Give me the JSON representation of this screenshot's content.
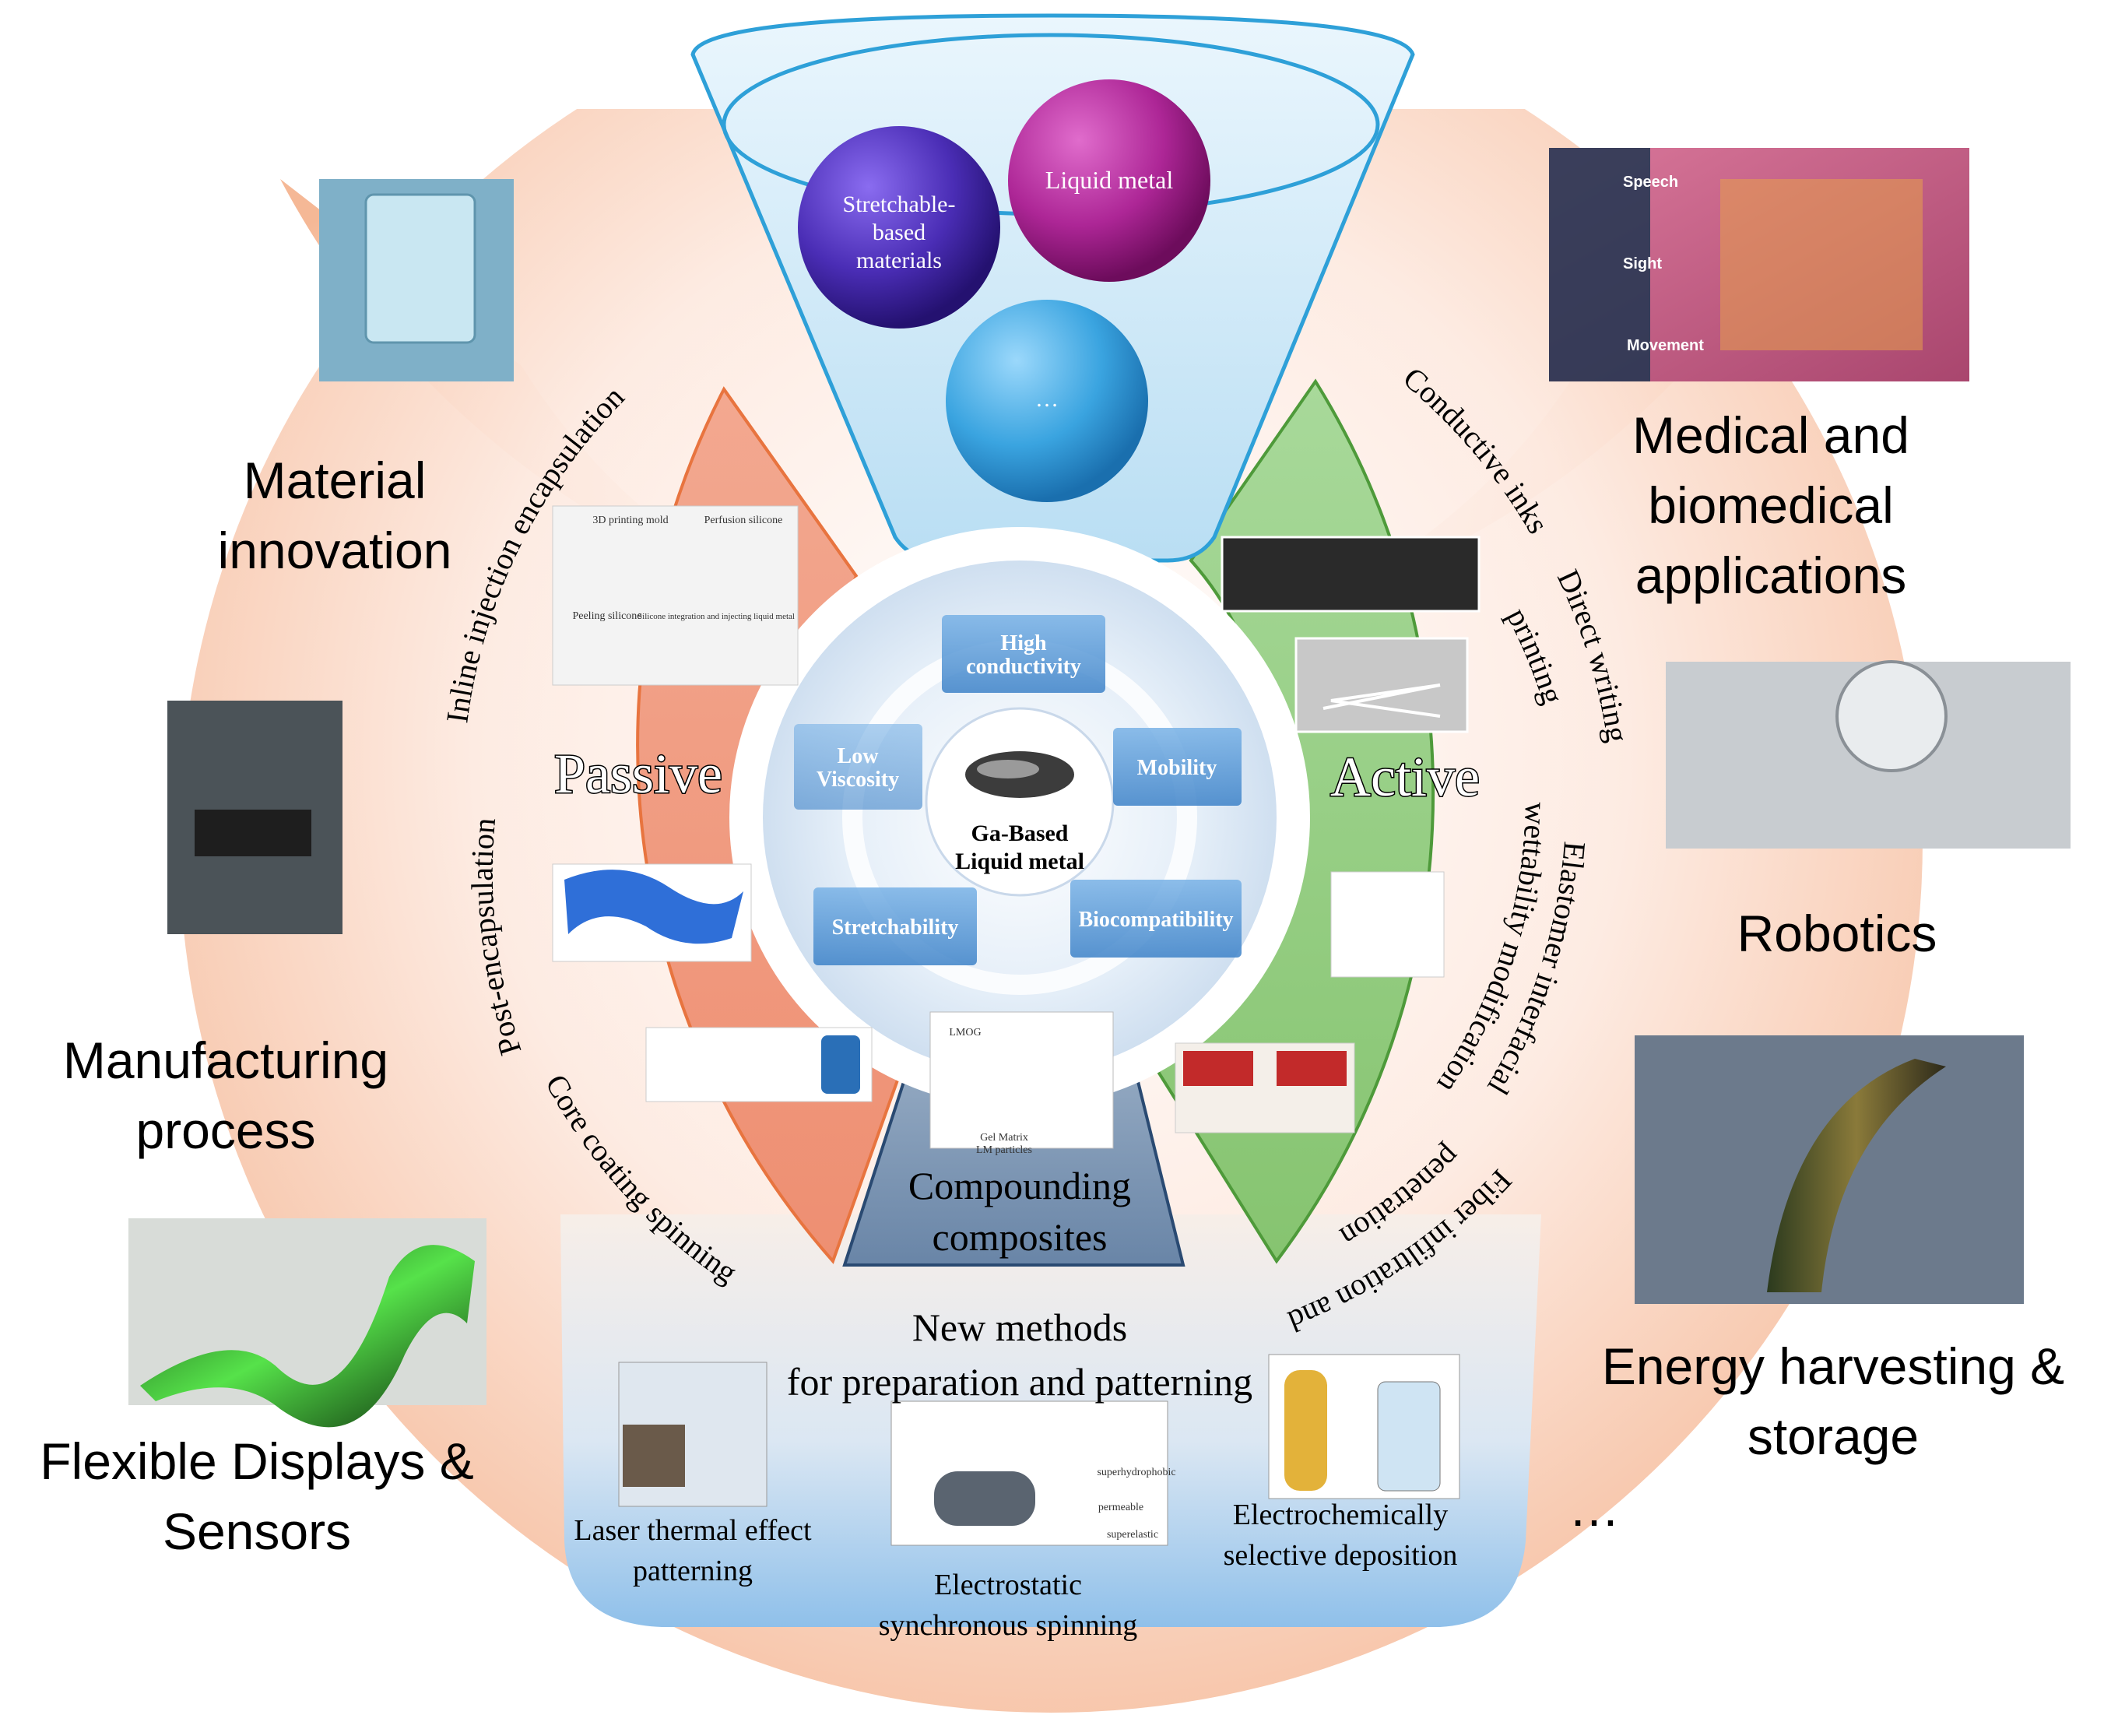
{
  "funnel": {
    "items": [
      {
        "label": "Stretchable-based materials",
        "lines": [
          "Stretchable-",
          "based",
          "materials"
        ]
      },
      {
        "label": "Liquid metal"
      },
      {
        "label": "…"
      }
    ]
  },
  "hub": {
    "center_lines": [
      "Ga-Based",
      "Liquid metal"
    ],
    "properties": [
      {
        "label": "High conductivity",
        "lines": [
          "High",
          "conductivity"
        ]
      },
      {
        "label": "Mobility",
        "lines": [
          "Mobility"
        ]
      },
      {
        "label": "Biocompatibility",
        "lines": [
          "Biocompatibility"
        ]
      },
      {
        "label": "Stretchability",
        "lines": [
          "Stretchability"
        ]
      },
      {
        "label": "Low Viscosity",
        "lines": [
          "Low",
          "Viscosity"
        ]
      }
    ]
  },
  "passive": {
    "title": "Passive",
    "methods": [
      "Inline injection encapsulation",
      "Post-encapsulation",
      "Core coating spinning"
    ],
    "panel_texts": [
      "3D printing mold",
      "Perfusion silicone",
      "Peeling silicone",
      "Silicone integration and injecting liquid metal"
    ]
  },
  "active": {
    "title": "Active",
    "methods": [
      "Conductive inks",
      "Direct writing printing",
      "Elastomer interfacial wettability modification",
      "Fiber infiltration and penetration"
    ]
  },
  "compounding": {
    "lines": [
      "Compounding",
      "composites"
    ],
    "panel_texts": [
      "LMOG",
      "Gel Matrix",
      "LM particles"
    ]
  },
  "new_methods": {
    "title_lines": [
      "New methods",
      "for preparation and patterning"
    ],
    "items": [
      {
        "lines": [
          "Laser thermal effect",
          "patterning"
        ]
      },
      {
        "lines": [
          "Electrostatic",
          "synchronous spinning"
        ]
      },
      {
        "lines": [
          "Electrochemically",
          "selective deposition"
        ]
      }
    ],
    "panel_texts": [
      "permeable",
      "superhydrophobic",
      "superelastic"
    ]
  },
  "left_labels": [
    {
      "lines": [
        "Material",
        "innovation"
      ]
    },
    {
      "lines": [
        "Manufacturing",
        "process"
      ]
    },
    {
      "lines": [
        "Flexible Displays &",
        "Sensors"
      ]
    }
  ],
  "right_labels": [
    {
      "lines": [
        "Medical and",
        "biomedical",
        "applications"
      ]
    },
    {
      "lines": [
        "Robotics"
      ]
    },
    {
      "lines": [
        "Energy harvesting &",
        "storage"
      ]
    },
    {
      "lines": [
        "…"
      ]
    }
  ],
  "brain_labels": [
    "Speech",
    "Sight",
    "Movement"
  ],
  "colors": {
    "outer_ring": "#f6c2a8",
    "passive": "#ef9a80",
    "passive_border": "#e8743f",
    "active": "#8ec97e",
    "active_border": "#4e9a3a",
    "compounding": "#7c96b4",
    "funnel": "#bde0f4",
    "funnel_border": "#2ea0d8",
    "sphere_purple": "#4b2fb8",
    "sphere_magenta": "#b02a9a",
    "sphere_blue": "#3fa7e2",
    "property_box": "#4a8fd2"
  }
}
